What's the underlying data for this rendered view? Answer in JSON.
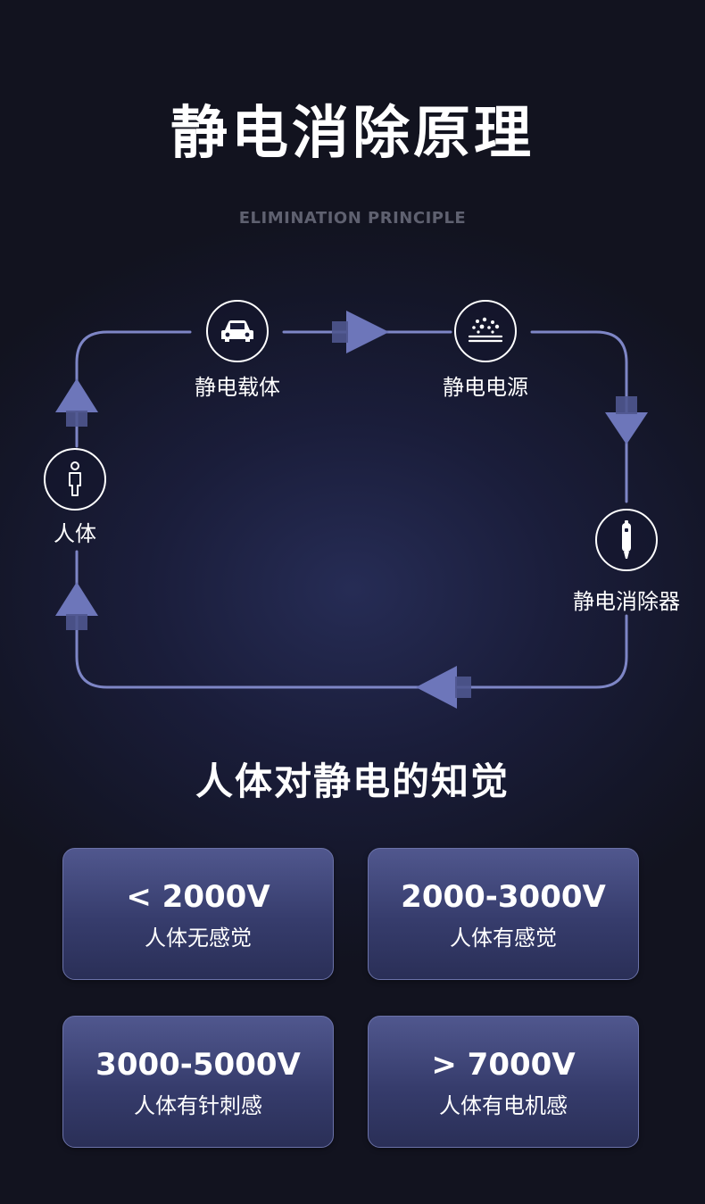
{
  "header": {
    "title": "静电消除原理",
    "subtitle": "ELIMINATION PRINCIPLE"
  },
  "cycle": {
    "nodes": [
      {
        "label": "静电载体",
        "icon": "car-icon"
      },
      {
        "label": "静电电源",
        "icon": "particles-icon"
      },
      {
        "label": "静电消除器",
        "icon": "pen-device-icon"
      },
      {
        "label": "人体",
        "icon": "person-icon"
      }
    ],
    "line_color": "#7e86c6"
  },
  "perception": {
    "title": "人体对静电的知觉",
    "cards": [
      {
        "voltage": "< 2000V",
        "desc": "人体无感觉"
      },
      {
        "voltage": "2000-3000V",
        "desc": "人体有感觉"
      },
      {
        "voltage": "3000-5000V",
        "desc": "人体有针刺感"
      },
      {
        "voltage": "> 7000V",
        "desc": "人体有电机感"
      }
    ]
  }
}
